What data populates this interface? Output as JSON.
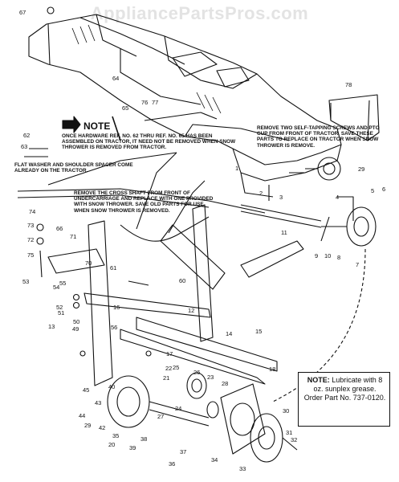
{
  "watermark": "AppliancePartsPros.com",
  "notes": {
    "note_label": "NOTE",
    "note_once": "ONCE HARDWARE REF. NO. 62 THRU REF. NO. 65 HAS BEEN ASSEMBLED ON TRACTOR, IT NEED NOT BE REMOVED WHEN SNOW THROWER IS REMOVED FROM TRACTOR.",
    "note_remove_screws": "REMOVE TWO SELF-TAPPING SCREWS AND PTO CUP FROM FRONT OF TRACTOR. SAVE THESE PARTS TO REPLACE ON TRACTOR WHEN SNOW THROWER IS REMOVE.",
    "note_washer": "FLAT WASHER AND SHOULDER SPACER COME ALREADY ON THE TRACTOR.",
    "note_cross_shaft": "REMOVE THE CROSS SHAFT FROM FRONT OF UNDERCARRIAGE AND REPLACE WITH ONE PROVIDED WITH SNOW THROWER. SAVE OLD PARTS FOR USE WHEN SNOW THROWER IS REMOVED.",
    "lube_label": "NOTE:",
    "lube_text": "Lubricate with 8 oz. sunplex grease. Order Part No. 737-0120."
  },
  "part_numbers": [
    "67",
    "78",
    "64",
    "65",
    "76",
    "77",
    "62",
    "63",
    "1",
    "2",
    "29",
    "3",
    "4",
    "5",
    "6",
    "7",
    "8",
    "9",
    "10",
    "11",
    "74",
    "73",
    "66",
    "72",
    "71",
    "75",
    "70",
    "61",
    "60",
    "53",
    "55",
    "54",
    "52",
    "50",
    "51",
    "56",
    "49",
    "16",
    "17",
    "12",
    "13",
    "14",
    "15",
    "18",
    "22",
    "21",
    "25",
    "26",
    "23",
    "28",
    "24",
    "27",
    "45",
    "44",
    "40",
    "43",
    "29",
    "42",
    "35",
    "20",
    "38",
    "39",
    "37",
    "36",
    "34",
    "30",
    "31",
    "32",
    "33"
  ]
}
